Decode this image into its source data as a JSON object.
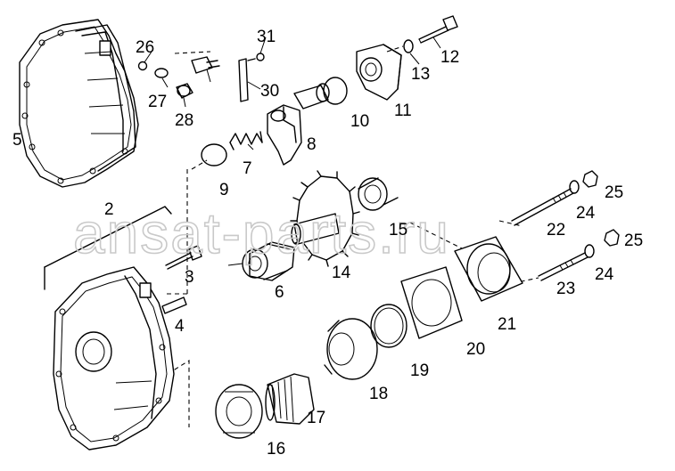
{
  "watermark": "ansat-parts.ru",
  "callouts": [
    {
      "id": "2",
      "label": "2"
    },
    {
      "id": "3",
      "label": "3"
    },
    {
      "id": "4",
      "label": "4"
    },
    {
      "id": "5",
      "label": "5"
    },
    {
      "id": "6",
      "label": "6"
    },
    {
      "id": "7",
      "label": "7"
    },
    {
      "id": "8",
      "label": "8"
    },
    {
      "id": "9",
      "label": "9"
    },
    {
      "id": "10",
      "label": "10"
    },
    {
      "id": "11",
      "label": "11"
    },
    {
      "id": "12",
      "label": "12"
    },
    {
      "id": "13",
      "label": "13"
    },
    {
      "id": "14",
      "label": "14"
    },
    {
      "id": "15",
      "label": "15"
    },
    {
      "id": "16",
      "label": "16"
    },
    {
      "id": "17",
      "label": "17"
    },
    {
      "id": "18",
      "label": "18"
    },
    {
      "id": "19",
      "label": "19"
    },
    {
      "id": "20",
      "label": "20"
    },
    {
      "id": "21",
      "label": "21"
    },
    {
      "id": "22",
      "label": "22"
    },
    {
      "id": "23",
      "label": "23"
    },
    {
      "id": "24a",
      "label": "24"
    },
    {
      "id": "24b",
      "label": "24"
    },
    {
      "id": "25a",
      "label": "25"
    },
    {
      "id": "25b",
      "label": "25"
    },
    {
      "id": "26",
      "label": "26"
    },
    {
      "id": "27",
      "label": "27"
    },
    {
      "id": "28",
      "label": "28"
    },
    {
      "id": "30",
      "label": "30"
    },
    {
      "id": "31",
      "label": "31"
    }
  ]
}
